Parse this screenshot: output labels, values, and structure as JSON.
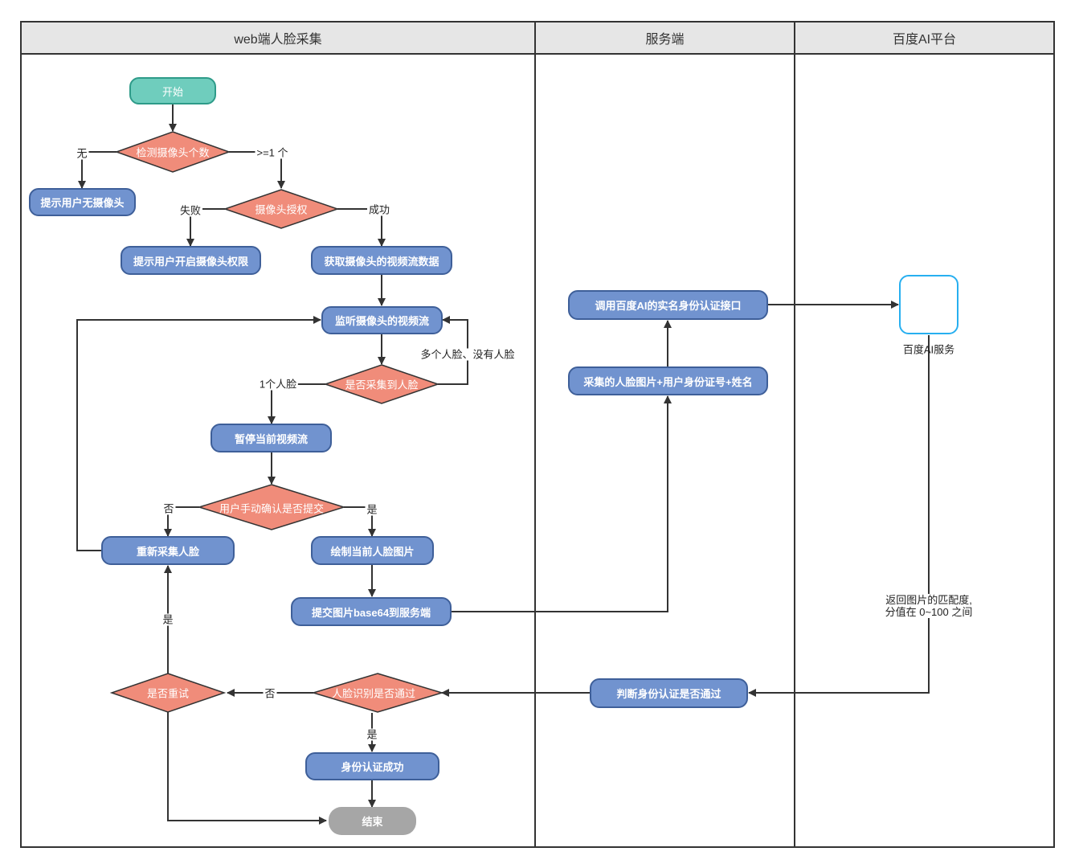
{
  "lanes": [
    {
      "title": "web端人脸采集"
    },
    {
      "title": "服务端"
    },
    {
      "title": "百度AI平台"
    }
  ],
  "nodes": {
    "start": "开始",
    "detect_camera": "检测摄像头个数",
    "no_camera": "提示用户无摄像头",
    "auth_camera": "摄像头授权",
    "enable_permission": "提示用户开启摄像头权限",
    "get_stream": "获取摄像头的视频流数据",
    "listen_stream": "监听摄像头的视频流",
    "face_captured": "是否采集到人脸",
    "pause_stream": "暂停当前视频流",
    "user_confirm": "用户手动确认是否提交",
    "recapture": "重新采集人脸",
    "draw_image": "绘制当前人脸图片",
    "submit_base64": "提交图片base64到服务端",
    "retry": "是否重试",
    "face_pass": "人脸识别是否通过",
    "auth_success": "身份认证成功",
    "end": "结束",
    "call_api": "调用百度AI的实名身份认证接口",
    "collect_data": "采集的人脸图片+用户身份证号+姓名",
    "judge_pass": "判断身份认证是否通过",
    "baidu_service": "百度AI服务"
  },
  "edge_labels": {
    "none": "无",
    "ge_one": ">=1 个",
    "fail": "失败",
    "success": "成功",
    "multi_or_none": "多个人脸、没有人脸",
    "one_face": "1个人脸",
    "no_submit": "否",
    "yes_submit": "是",
    "yes_retry": "是",
    "no_pass": "否",
    "yes_pass": "是",
    "match_line1": "返回图片的匹配度,",
    "match_line2": "分值在 0~100 之间"
  },
  "colors": {
    "process_fill": "#7193cf",
    "process_border": "#3e5f99",
    "decision_fill": "#f08c7a",
    "start_fill": "#6fcdbd",
    "end_fill": "#a6a6a6",
    "header_fill": "#e6e6e6",
    "cloud_accent": "#27aff0"
  },
  "icons": {
    "baidu_service": "cloud-server-icon"
  }
}
